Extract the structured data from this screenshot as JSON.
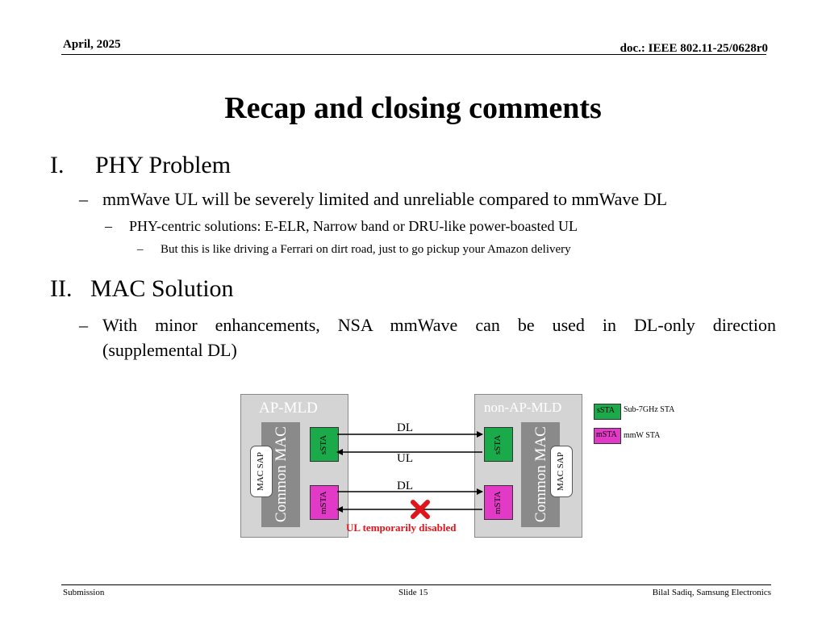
{
  "header": {
    "date": "April, 2025",
    "doc": "doc.: IEEE 802.11-25/0628r0"
  },
  "title": "Recap and closing comments",
  "sections": {
    "s1": {
      "num": "I.",
      "heading": "PHY Problem",
      "bullet1": "mmWave UL will be severely limited and unreliable compared to mmWave DL",
      "bullet2": "PHY-centric solutions: E-ELR, Narrow band or DRU-like power-boasted UL",
      "bullet3": "But this is like driving a Ferrari on dirt road, just to go pickup your Amazon delivery"
    },
    "s2": {
      "num": "II.",
      "heading": "MAC Solution",
      "bullet1_line1": "With minor enhancements, NSA mmWave can be used in DL-only direction",
      "bullet1_line2": "(supplemental DL)"
    },
    "dash": "–"
  },
  "diagram": {
    "ap_label": "AP-MLD",
    "non_ap_label": "non-AP-MLD",
    "common_mac": "Common MAC",
    "mac_sap": "MAC SAP",
    "ssta": "sSTA",
    "msta": "mSTA",
    "arrow_dl": "DL",
    "arrow_ul": "UL",
    "arrow_dl2": "DL",
    "ul_disabled": "UL temporarily disabled",
    "legend": {
      "ssta_desc": "Sub-7GHz STA",
      "msta_desc": "mmW STA"
    },
    "colors": {
      "ssta": "#1aaa4a",
      "msta": "#e23ac6",
      "x_mark": "#e0151b"
    }
  },
  "footer": {
    "left": "Submission",
    "center": "Slide 15",
    "right": "Bilal Sadiq, Samsung Electronics"
  }
}
